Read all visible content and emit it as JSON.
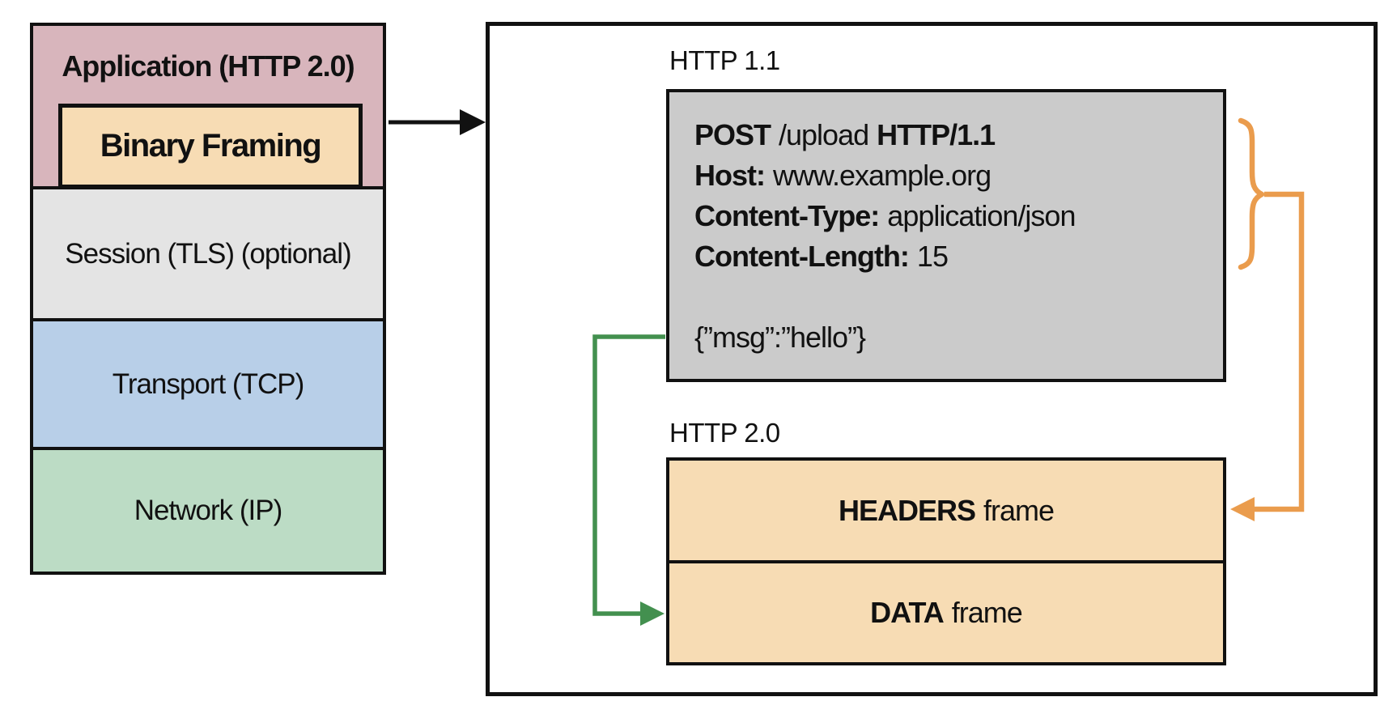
{
  "colors": {
    "ink": "#111111",
    "pink-layer": "#d8b5bc",
    "framing-layer": "#f7dcb4",
    "session-layer": "#e4e4e4",
    "transport-layer": "#b8cfe8",
    "network-layer": "#bcdcc5",
    "request-box": "#cbcbcb",
    "frame-layer": "#f7dcb4",
    "orange-arrow": "#ea9c4d",
    "green-arrow": "#43904f"
  },
  "stack": {
    "application": "Application (HTTP 2.0)",
    "binary_framing": "Binary Framing",
    "session": "Session (TLS) (optional)",
    "transport": "Transport (TCP)",
    "network": "Network (IP)"
  },
  "http11": {
    "label": "HTTP 1.1",
    "request_line": {
      "method": "POST",
      "path": "/upload",
      "version": "HTTP/1.1"
    },
    "headers": [
      {
        "name": "Host:",
        "value": "www.example.org"
      },
      {
        "name": "Content-Type:",
        "value": "application/json"
      },
      {
        "name": "Content-Length:",
        "value": "15"
      }
    ],
    "body": "{”msg”:”hello”}"
  },
  "http2": {
    "label": "HTTP 2.0",
    "headers_frame": {
      "bold": "HEADERS",
      "rest": "frame"
    },
    "data_frame": {
      "bold": "DATA",
      "rest": "frame"
    }
  },
  "connectors": {
    "stack_to_detail": "black arrow from Binary Framing layer to detail panel",
    "headers_to_headers_frame": "orange brace + arrow from HTTP 1.1 headers to HEADERS frame",
    "body_to_data_frame": "green arrow from HTTP 1.1 body to DATA frame"
  }
}
